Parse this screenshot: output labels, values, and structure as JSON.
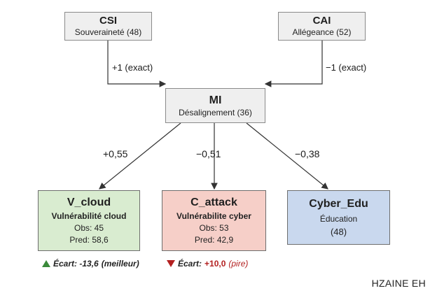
{
  "nodes": {
    "csi": {
      "title": "CSI",
      "subtitle": "Souveraineté (48)"
    },
    "cai": {
      "title": "CAI",
      "subtitle": "Allégeance (52)"
    },
    "mi": {
      "title": "MI",
      "subtitle": "Désalignement (36)"
    },
    "v_cloud": {
      "title": "V_cloud",
      "subtitle": "Vulnérabilité cloud",
      "obs": "Obs: 45",
      "pred": "Pred: 58,6"
    },
    "c_attack": {
      "title": "C_attack",
      "subtitle": "Vulnérabilite cyber",
      "obs": "Obs: 53",
      "pred": "Pred: 42,9"
    },
    "cyber_edu": {
      "title": "Cyber_Edu",
      "subtitle": "Éducation",
      "value": "(48)"
    }
  },
  "edges": {
    "csi_mi": "+1 (exact)",
    "cai_mi": "−1 (exact)",
    "mi_vcloud": "+0,55",
    "mi_cattack": "−0,51",
    "mi_cyberedu": "−0,38"
  },
  "ecarts": {
    "v_cloud": {
      "prefix": "Écart: -13,6",
      "note": "(meilleur)",
      "color": "#3a8a3a"
    },
    "c_attack": {
      "prefix": "Écart:",
      "value": "+10,0",
      "note": "(pire)",
      "color": "#b32020"
    }
  },
  "credit": "HZAINE EH"
}
